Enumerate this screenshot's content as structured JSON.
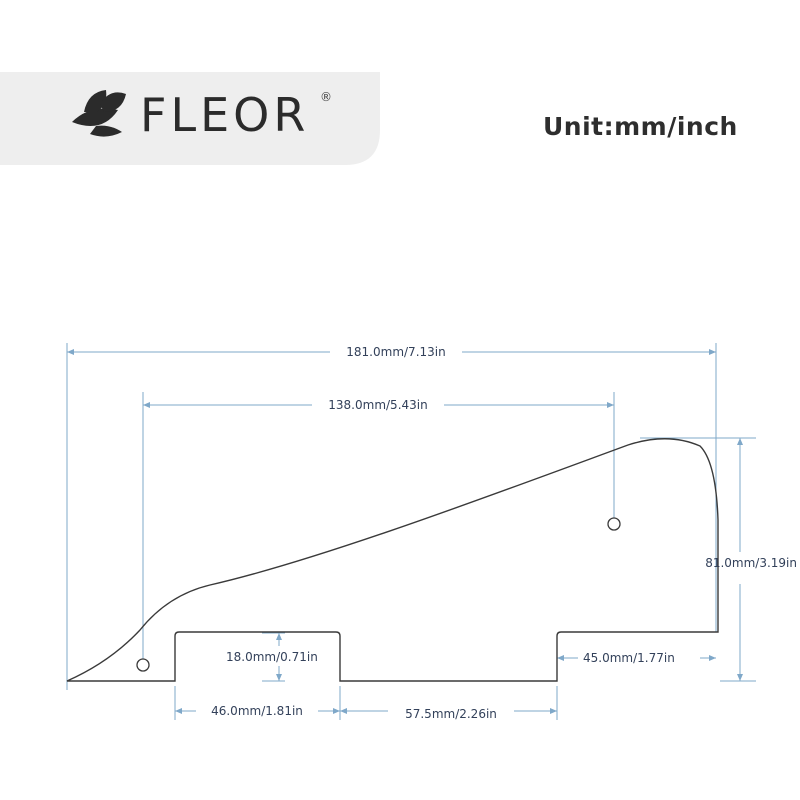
{
  "brand": {
    "name": "FLEOR",
    "registered_mark": "®",
    "logo_icon": "leaf-logo-icon"
  },
  "header": {
    "unit_label": "Unit:mm/inch"
  },
  "colors": {
    "header_band": "#eeeeee",
    "outline": "#3a3a3a",
    "dimension_line": "#7fa8c9",
    "dimension_text": "#33415a",
    "logo": "#2b2b2b"
  },
  "dimensions": {
    "overall_width": "181.0mm/7.13in",
    "hole_spacing": "138.0mm/5.43in",
    "overall_height": "81.0mm/3.19in",
    "tab_height": "18.0mm/0.71in",
    "right_tab_width": "45.0mm/1.77in",
    "left_tab_width": "46.0mm/1.81in",
    "gap_width": "57.5mm/2.26in"
  }
}
